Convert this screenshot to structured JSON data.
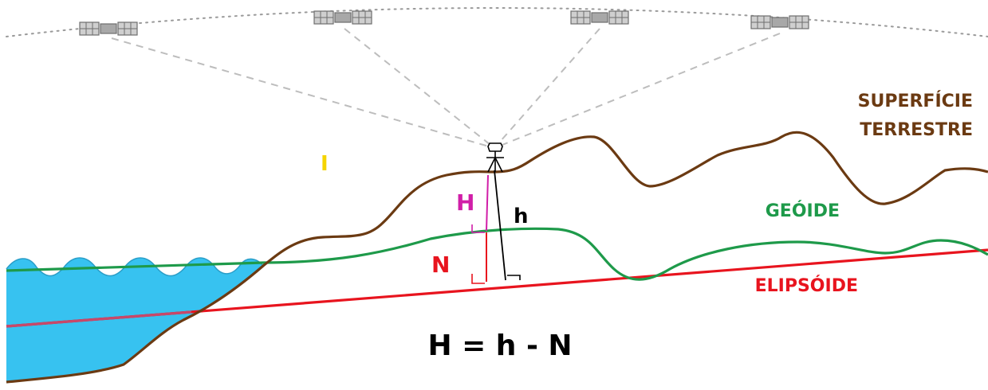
{
  "labels": {
    "surface_line1": "SUPERFÍCIE",
    "surface_line2": "TERRESTRE",
    "geoid": "GEÓIDE",
    "ellipsoid": "ELIPSÓIDE",
    "orthometric_height": "H",
    "ellipsoidal_height": "h",
    "geoid_undulation": "N",
    "marker": "I",
    "formula": "H = h - N"
  },
  "colors": {
    "surface": "#6b3a12",
    "geoid": "#1e9a4a",
    "ellipsoid": "#e8141e",
    "ocean": "#37c2f0",
    "orthometric": "#d11ea8",
    "ellipsoidal": "#000000",
    "marker": "#f5d400",
    "satellite": "#8a8a8a",
    "orbit": "#9a9a9a"
  },
  "icons": {
    "satellite": "satellite-icon",
    "receiver": "gnss-receiver-icon"
  }
}
